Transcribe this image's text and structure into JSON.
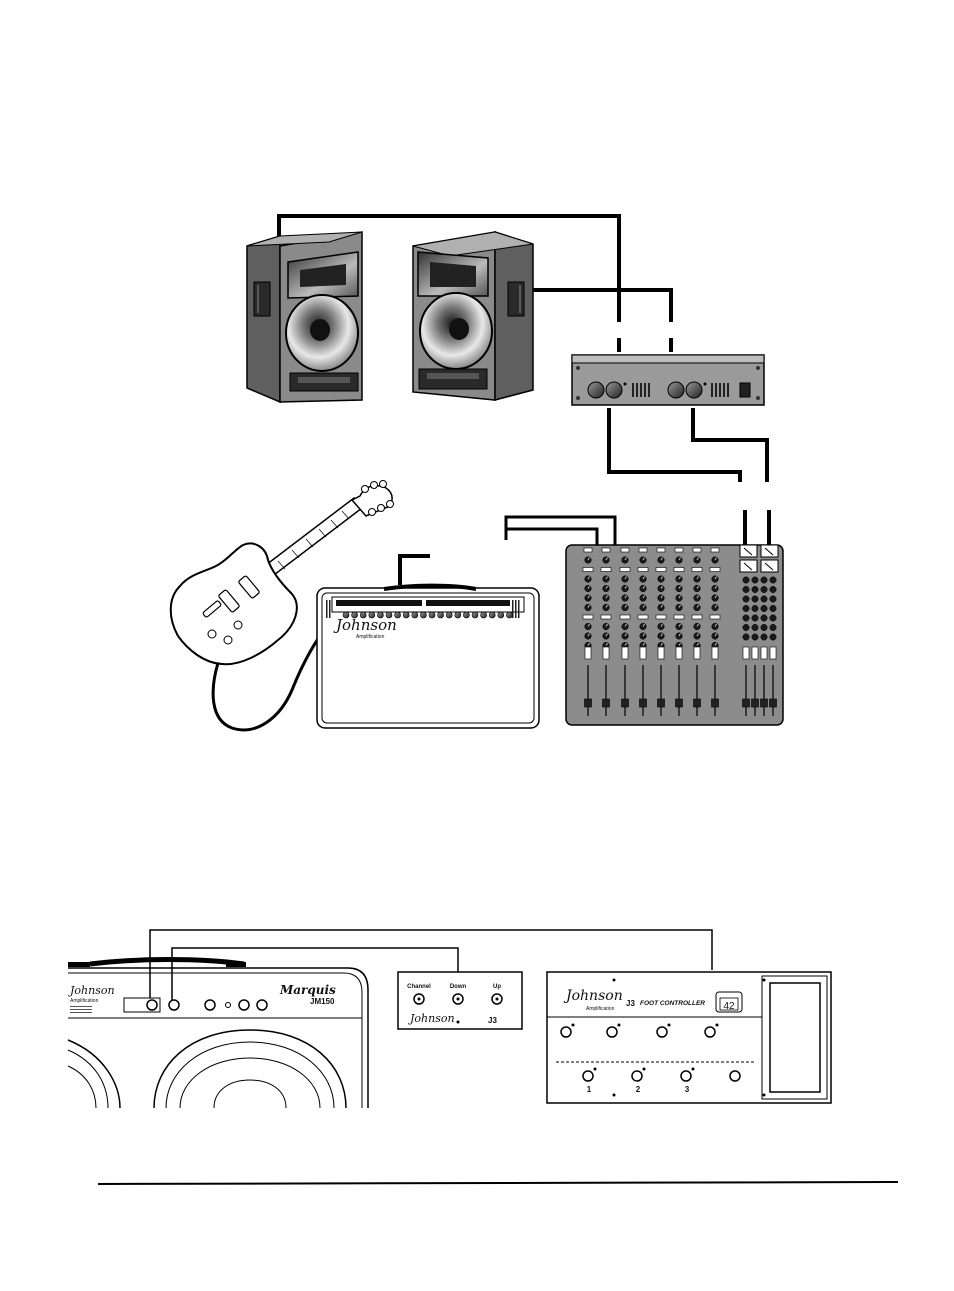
{
  "amp_front": {
    "brand_script": "Johnson",
    "brand_sub": "Amplification"
  },
  "marquis_panel": {
    "brand_script": "Johnson",
    "brand_sub": "Amplification",
    "model": "Marquis",
    "model_badge": "JM150"
  },
  "small_switch": {
    "labels": [
      "Channel",
      "Down",
      "Up"
    ],
    "brand_script": "Johnson",
    "logo_mark": "J3"
  },
  "foot_controller": {
    "brand_script": "Johnson",
    "brand_sub": "Amplification",
    "logo_mark": "J3",
    "title": "FOOT CONTROLLER",
    "display_value": "42",
    "switch_numbers": [
      "1",
      "2",
      "3"
    ]
  },
  "colors": {
    "ink": "#000000",
    "cabinet_front": "#8a8a8a",
    "cabinet_side": "#5f5f5f",
    "mixer_body": "#8c8c8c",
    "paper": "#ffffff"
  }
}
